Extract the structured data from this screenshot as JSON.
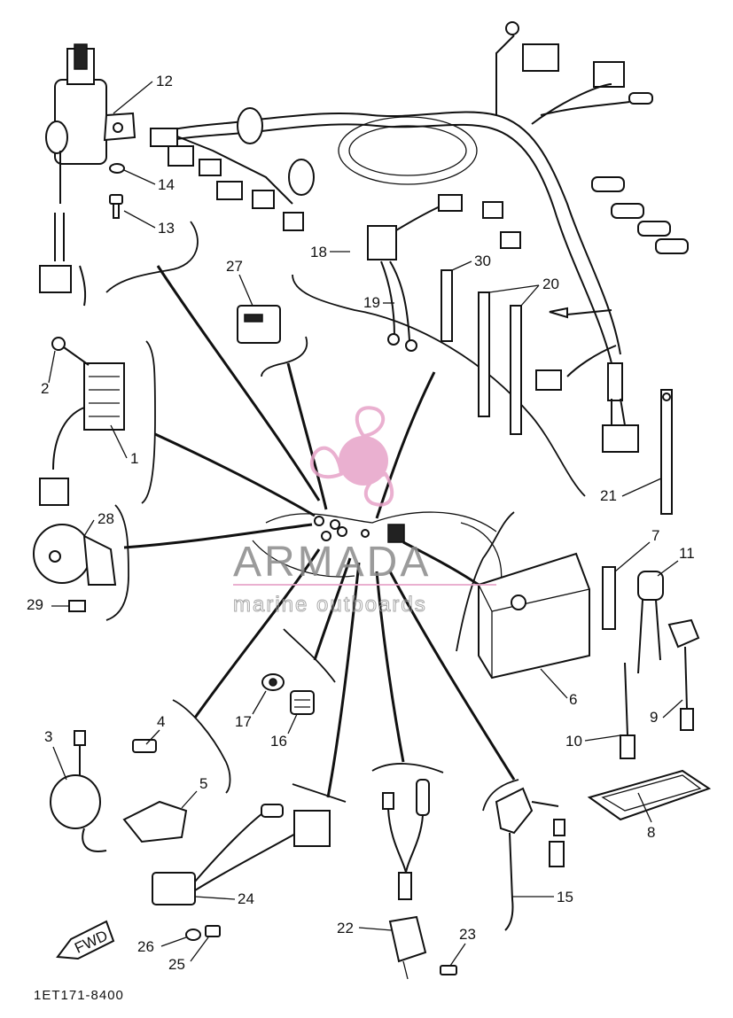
{
  "diagram": {
    "drawing_code": "1ET171-8400",
    "fwd_label": "FWD",
    "watermark": {
      "brand": "ARMADA",
      "tagline": "marine outboards",
      "accent_color": "#e7a3c8"
    },
    "part_numbers": [
      "1",
      "2",
      "3",
      "4",
      "5",
      "6",
      "7",
      "8",
      "9",
      "10",
      "11",
      "12",
      "13",
      "14",
      "15",
      "16",
      "17",
      "18",
      "19",
      "20",
      "21",
      "22",
      "23",
      "24",
      "25",
      "26",
      "27",
      "28",
      "29",
      "30"
    ]
  }
}
